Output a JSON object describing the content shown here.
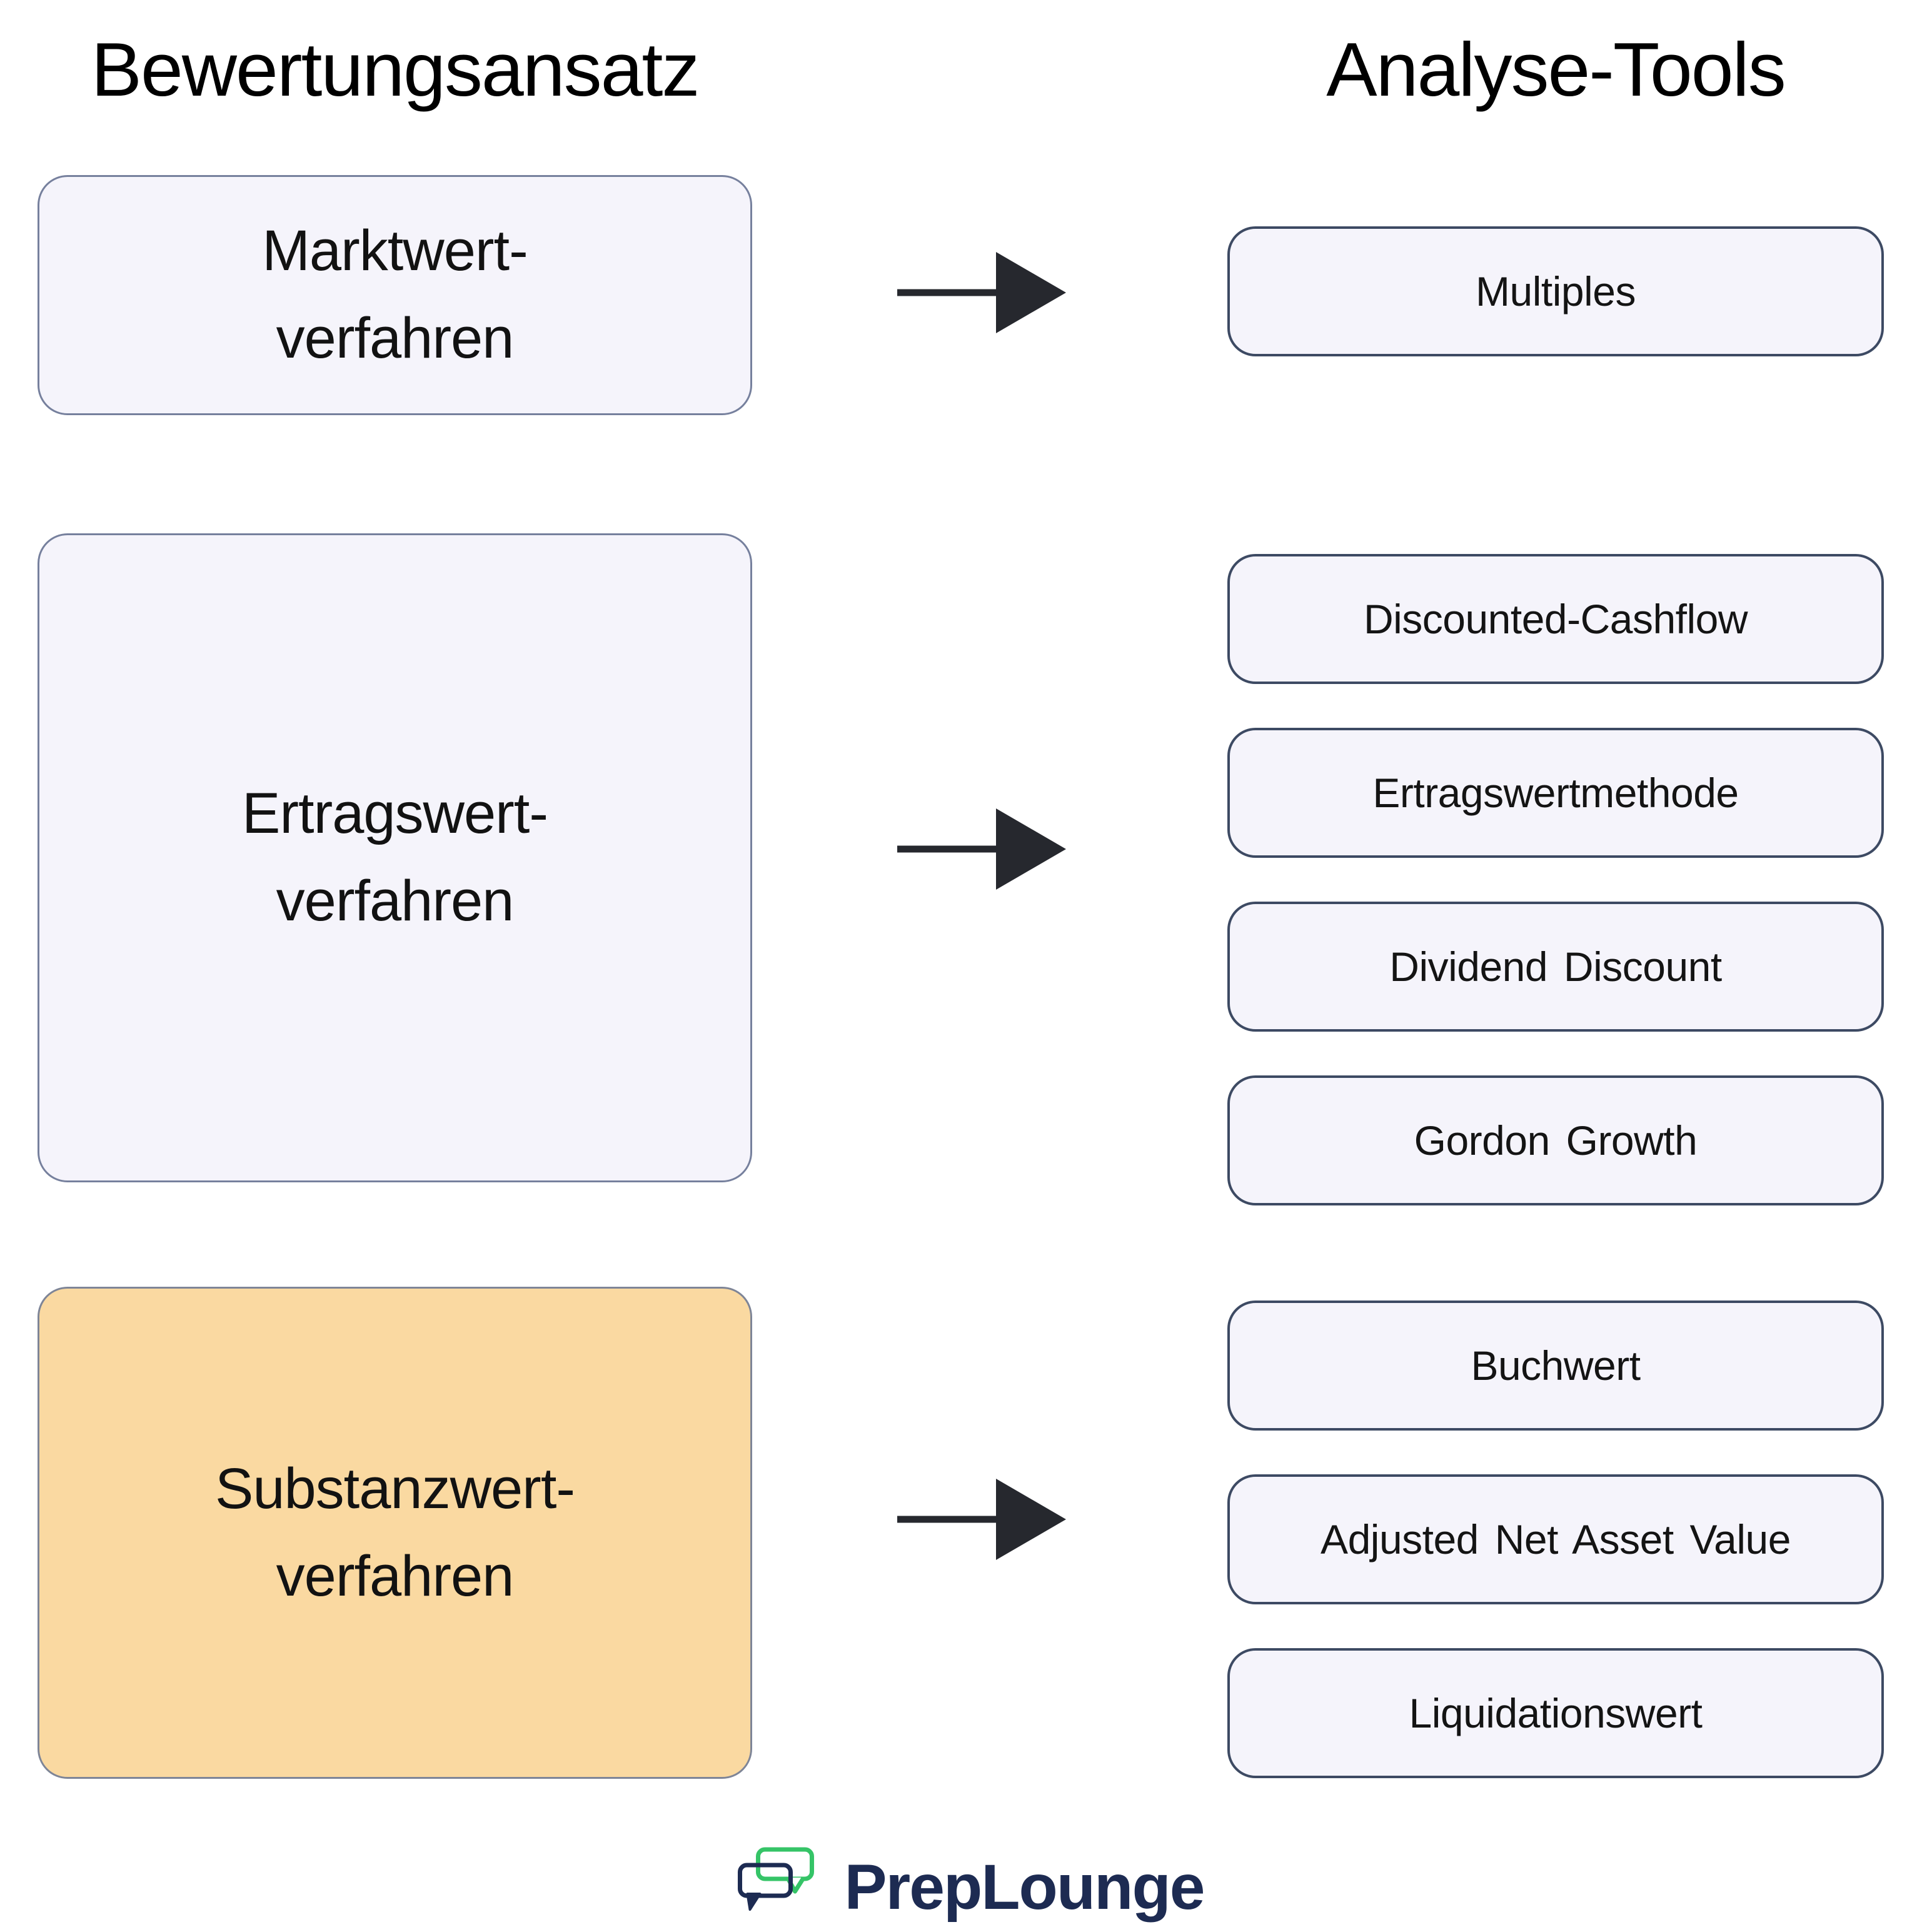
{
  "header": {
    "left_title": "Bewertungsansatz",
    "right_title": "Analyse-Tools"
  },
  "approaches": [
    {
      "line1": "Marktwert-",
      "line2": "verfahren",
      "highlighted": false
    },
    {
      "line1": "Ertragswert-",
      "line2": "verfahren",
      "highlighted": false
    },
    {
      "line1": "Substanzwert-",
      "line2": "verfahren",
      "highlighted": true
    }
  ],
  "tools": {
    "marktwert": [
      "Multiples"
    ],
    "ertragswert": [
      "Discounted-Cashflow",
      "Ertragswertmethode",
      "Dividend Discount",
      "Gordon Growth"
    ],
    "substanzwert": [
      "Buchwert",
      "Adjusted Net Asset Value",
      "Liquidationswert"
    ]
  },
  "logo": {
    "text": "PrepLounge"
  },
  "colors": {
    "background": "#ffffff",
    "text": "#111111",
    "box_fill": "#f5f4fb",
    "box_border_left": "#76809d",
    "box_border_right": "#3d4a63",
    "highlight_fill": "#fad9a1",
    "highlight_border": "#7e8597",
    "arrow": "#26282e",
    "logo_navy": "#1d2b52",
    "logo_green": "#35c467"
  }
}
